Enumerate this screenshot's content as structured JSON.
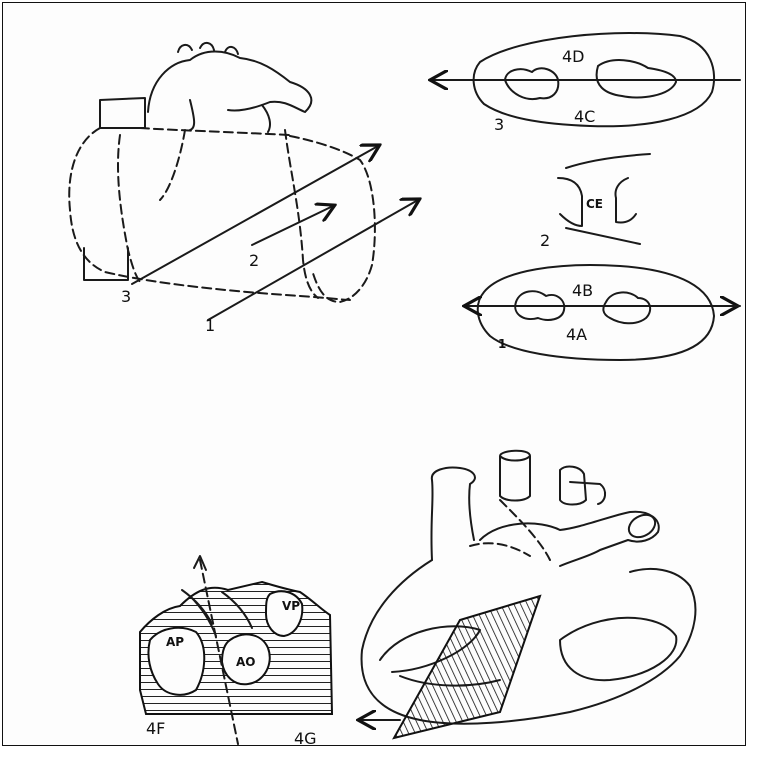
{
  "labels": {
    "cut1": "1",
    "cut2": "2",
    "cut3": "3",
    "sec3": "3",
    "sec3_top": "4D",
    "sec3_bottom": "4C",
    "sec2": "2",
    "sec2_mid": "CE",
    "sec1": "1",
    "sec1_top": "4B",
    "sec1_bottom": "4A",
    "vp": "VP",
    "ap": "AP",
    "ao": "AO",
    "f4": "4F",
    "g4": "4G"
  }
}
